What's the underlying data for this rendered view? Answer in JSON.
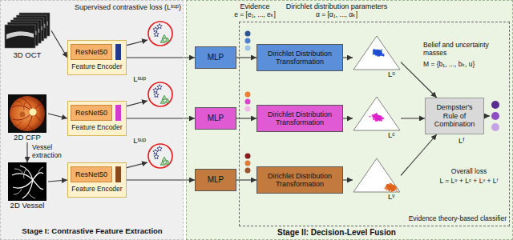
{
  "diagram": {
    "nodes": [
      {
        "text": [
          "Stage I: Contrastive Feature Extraction"
        ]
      },
      {
        "text": [
          "3D OCT"
        ],
        "in": 0
      },
      {
        "text": [
          "Feature Encoder"
        ],
        "in": 0
      },
      {
        "text": [
          "ResNet50"
        ],
        "in": 2
      },
      {
        "text": [
          "Supervised contrastive loss (Lˢᵘᵖ)"
        ],
        "in": 0
      },
      {
        "text": [
          "2D CFP"
        ],
        "in": 0
      },
      {
        "text": [
          "Feature Encoder"
        ],
        "in": 0
      },
      {
        "text": [
          "ResNet50"
        ],
        "in": 6
      },
      {
        "text": [
          "Lˢᵘᵖ"
        ],
        "in": 0
      },
      {
        "text": [
          "2D Vessel"
        ],
        "in": 0
      },
      {
        "text": [
          "Feature Encoder"
        ],
        "in": 0
      },
      {
        "text": [
          "ResNet50"
        ],
        "in": 10
      },
      {
        "text": [
          "Lˢᵘᵖ"
        ],
        "in": 0
      },
      {
        "text": [
          "Stage II: Decision-Level Fusion"
        ]
      },
      {
        "text": [
          "Evidence theory-based classifier"
        ],
        "in": 13
      },
      {
        "text": [
          "MLP"
        ],
        "in": 13
      },
      {
        "text": [
          "Dirichlet Distribution Transformation"
        ],
        "in": 14
      },
      {
        "text": [
          "Lᵒ"
        ],
        "in": 14
      },
      {
        "text": [
          "MLP"
        ],
        "in": 13
      },
      {
        "text": [
          "Dirichlet Distribution Transformation"
        ],
        "in": 14
      },
      {
        "text": [
          "Lᶜ"
        ],
        "in": 14
      },
      {
        "text": [
          "MLP"
        ],
        "in": 13
      },
      {
        "text": [
          "Dirichlet Distribution Transformation"
        ],
        "in": 14
      },
      {
        "text": [
          "Lᵛ"
        ],
        "in": 14
      },
      {
        "text": [
          "Dempster's Rule of Combination"
        ],
        "in": 14
      }
    ],
    "edges": [
      {
        "from": 1,
        "to": 2,
        "arrow": "to"
      },
      {
        "from": 2,
        "to": 4,
        "arrow": "to"
      },
      {
        "from": 2,
        "to": 15,
        "arrow": "to"
      },
      {
        "from": 5,
        "to": 9,
        "label": "Vessel extraction",
        "arrow": "to"
      },
      {
        "from": 5,
        "to": 6,
        "arrow": "to"
      },
      {
        "from": 6,
        "to": 8,
        "arrow": "to"
      },
      {
        "from": 6,
        "to": 18,
        "arrow": "to"
      },
      {
        "from": 9,
        "to": 10,
        "arrow": "to"
      },
      {
        "from": 10,
        "to": 12,
        "arrow": "to"
      },
      {
        "from": 10,
        "to": 21,
        "arrow": "to"
      },
      {
        "from": 15,
        "to": 16,
        "arrow": "to"
      },
      {
        "from": 16,
        "to": 17,
        "arrow": "to"
      },
      {
        "from": 18,
        "to": 19,
        "arrow": "to"
      },
      {
        "from": 19,
        "to": 20,
        "arrow": "to"
      },
      {
        "from": 21,
        "to": 22,
        "arrow": "to"
      },
      {
        "from": 22,
        "to": 23,
        "arrow": "to"
      },
      {
        "from": 17,
        "to": 24,
        "arrow": "to"
      },
      {
        "from": 20,
        "to": 24,
        "arrow": "to"
      },
      {
        "from": 23,
        "to": 24,
        "arrow": "to"
      }
    ],
    "labels": [
      "Evidence",
      "e = [e₁, ..., eₖ]",
      "Dirichlet distribution parameters",
      "α = [α₁, ..., αₖ]",
      "Belief and uncertainty masses",
      "M = {b₁, ..., bₖ, u}",
      "Lᶠ",
      "Overall loss",
      "L = Lᵒ + Lᶜ + Lᵛ + Lᶠ"
    ]
  }
}
